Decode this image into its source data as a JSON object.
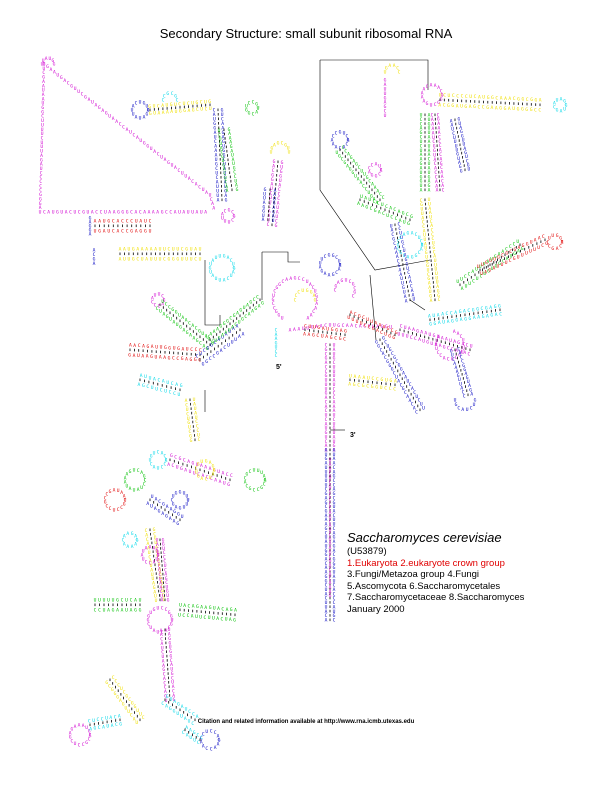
{
  "title": "Secondary Structure: small subunit ribosomal RNA",
  "legend": {
    "species": "Saccharomyces cerevisiae",
    "accession": "(U53879)",
    "lineage_red": "1.Eukaryota 2.eukaryote crown group",
    "lineage_line3": "3.Fungi/Metazoa group 4.Fungi",
    "lineage_line4": "5.Ascomycota 6.Saccharomycetales",
    "lineage_line5": "7.Saccharomycetaceae 8.Saccharomyces",
    "date": "January 2000"
  },
  "ends": {
    "five_prime": "5'",
    "three_prime": "3'"
  },
  "footer": "Citation and related information available at http://www.rna.icmb.utexas.edu",
  "colors": {
    "magenta": "#d000d0",
    "cyan": "#00d8e8",
    "green": "#00c000",
    "yellow": "#f0e000",
    "red": "#e00000",
    "blue": "#0000c0",
    "black": "#000000"
  }
}
